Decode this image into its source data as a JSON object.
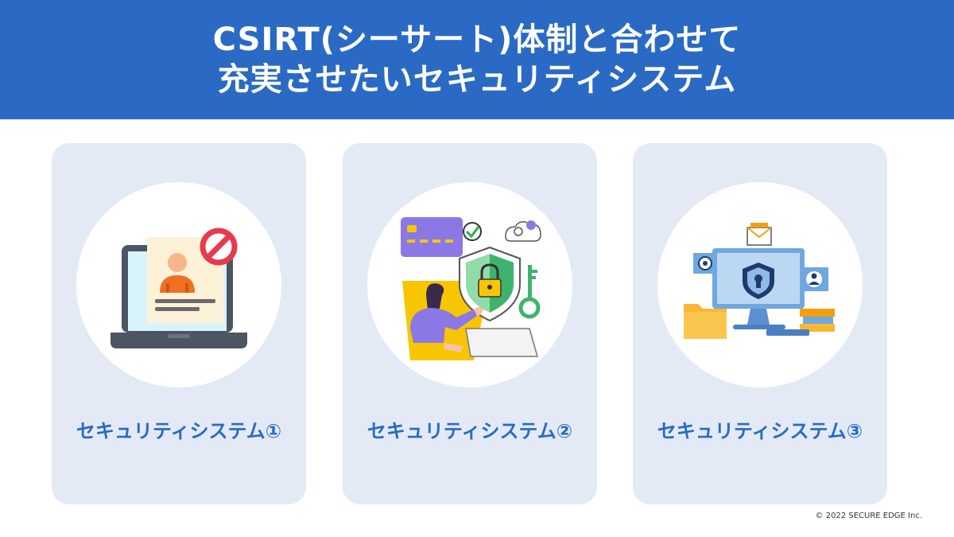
{
  "header": {
    "title_line1": "CSIRT(シーサート)体制と合わせて",
    "title_line2": "充実させたいセキュリティシステム"
  },
  "cards": [
    {
      "label": "セキュリティシステム①",
      "icon": "blocked-user-laptop-icon"
    },
    {
      "label": "セキュリティシステム②",
      "icon": "security-shield-woman-icon"
    },
    {
      "label": "セキュリティシステム③",
      "icon": "secure-computer-icon"
    }
  ],
  "footer": {
    "copyright": "©  2022 SECURE EDGE Inc."
  },
  "colors": {
    "header_bg": "#2a6ac4",
    "card_bg": "#e3eaf6",
    "accent_text": "#2a6ac4"
  }
}
